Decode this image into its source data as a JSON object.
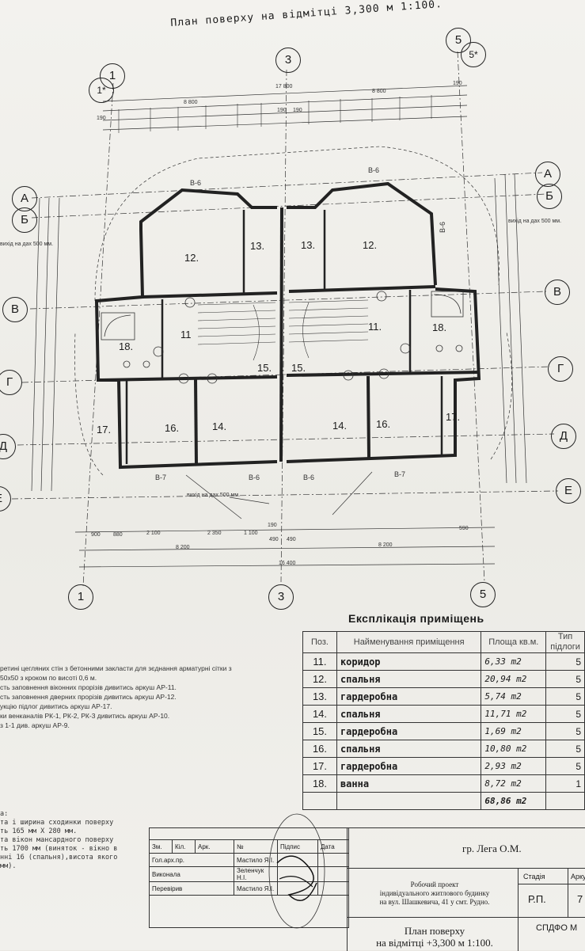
{
  "page": {
    "title": "План поверху на відмітці 3,300 м 1:100."
  },
  "axes": {
    "columns": [
      "1",
      "1*",
      "3",
      "5",
      "5*"
    ],
    "rows": [
      "А",
      "Б",
      "В",
      "Г",
      "Д",
      "Е"
    ]
  },
  "plan": {
    "dims_top": [
      "17 800",
      "8 800",
      "8 800",
      "190",
      "190",
      "190",
      "190"
    ],
    "dims_bottom": [
      "8 200",
      "8 200",
      "16 400",
      "190",
      "490",
      "490",
      "2 100",
      "2 350",
      "1 100",
      "880",
      "900",
      "590"
    ],
    "lintels": [
      "В-6",
      "В-6",
      "В-6",
      "В-7",
      "В-6",
      "В-6",
      "В-7"
    ],
    "notes_exit": [
      "вихід на дах 500 мм.",
      "вихід на дах 500 мм.",
      "вихід на дах 500 мм."
    ],
    "room_labels": [
      "12.",
      "13.",
      "13.",
      "12.",
      "11",
      "11.",
      "18.",
      "18.",
      "15.",
      "15.",
      "17.",
      "16.",
      "14.",
      "14.",
      "16.",
      "17."
    ]
  },
  "explication": {
    "title": "Експлікація приміщень",
    "headers": [
      "Поз.",
      "Найменування приміщення",
      "Площа кв.м.",
      "Тип підлоги"
    ],
    "rows": [
      {
        "pos": "11.",
        "name": "коридор",
        "area": "6,33 m2",
        "type": "5"
      },
      {
        "pos": "12.",
        "name": "спальня",
        "area": "20,94 m2",
        "type": "5"
      },
      {
        "pos": "13.",
        "name": "гардеробна",
        "area": "5,74 m2",
        "type": "5"
      },
      {
        "pos": "14.",
        "name": "спальня",
        "area": "11,71 m2",
        "type": "5"
      },
      {
        "pos": "15.",
        "name": "гардеробна",
        "area": "1,69 m2",
        "type": "5"
      },
      {
        "pos": "16.",
        "name": "спальня",
        "area": "10,80 m2",
        "type": "5"
      },
      {
        "pos": "17.",
        "name": "гардеробна",
        "area": "2,93 m2",
        "type": "5"
      },
      {
        "pos": "18.",
        "name": "ванна",
        "area": "8,72 m2",
        "type": "1"
      }
    ],
    "total": "68,86 m2"
  },
  "notes": [
    "ретині цегляних стін з бетонними закласти для зєднання арматурні сітки з",
    "50x50 з кроком по висоті 0,6 м.",
    "сть заповнення віконних прорізів дивитись аркуш АР-11.",
    "сть заповнення дверних прорізів дивитись аркуш АР-12.",
    "укцію підлог дивитись аркуш АР-17.",
    "ки венканалів РК-1, РК-2, РК-3 дивитись аркуш АР-10.",
    "з 1-1 див. аркуш АР-9."
  ],
  "left_notes": [
    "а:",
    "та і ширина сходинки поверху",
    "ть 165 мм X 280 мм.",
    "та вікон мансардного поверху",
    "ть 1700 мм (виняток - вікно в",
    "нні 16 (спальня),висота якого",
    "мм)."
  ],
  "stamp": {
    "headers": [
      "Зм.",
      "Кіл.",
      "Арк.",
      "№",
      "Підпис",
      "Дата"
    ],
    "rows": [
      {
        "role": "Гол.арх.пр.",
        "name": "Мастило Я.І."
      },
      {
        "role": "Виконала",
        "name": "Зеленчук Н.І."
      },
      {
        "role": "Перевірив",
        "name": "Мастило Я.І."
      }
    ],
    "client": "гр. Лега О.М.",
    "project": [
      "Робочий проект",
      "індивідуального житлового будинку",
      "на вул. Шашкевича, 41 у смт. Рудно."
    ],
    "stage_label": "Стадія",
    "sheet_label": "Арку",
    "stage": "Р.П.",
    "sheet": "7",
    "sheet_title": [
      "План поверху",
      "на відмітці +3,300 м 1:100."
    ],
    "org": "СПДФО М"
  }
}
